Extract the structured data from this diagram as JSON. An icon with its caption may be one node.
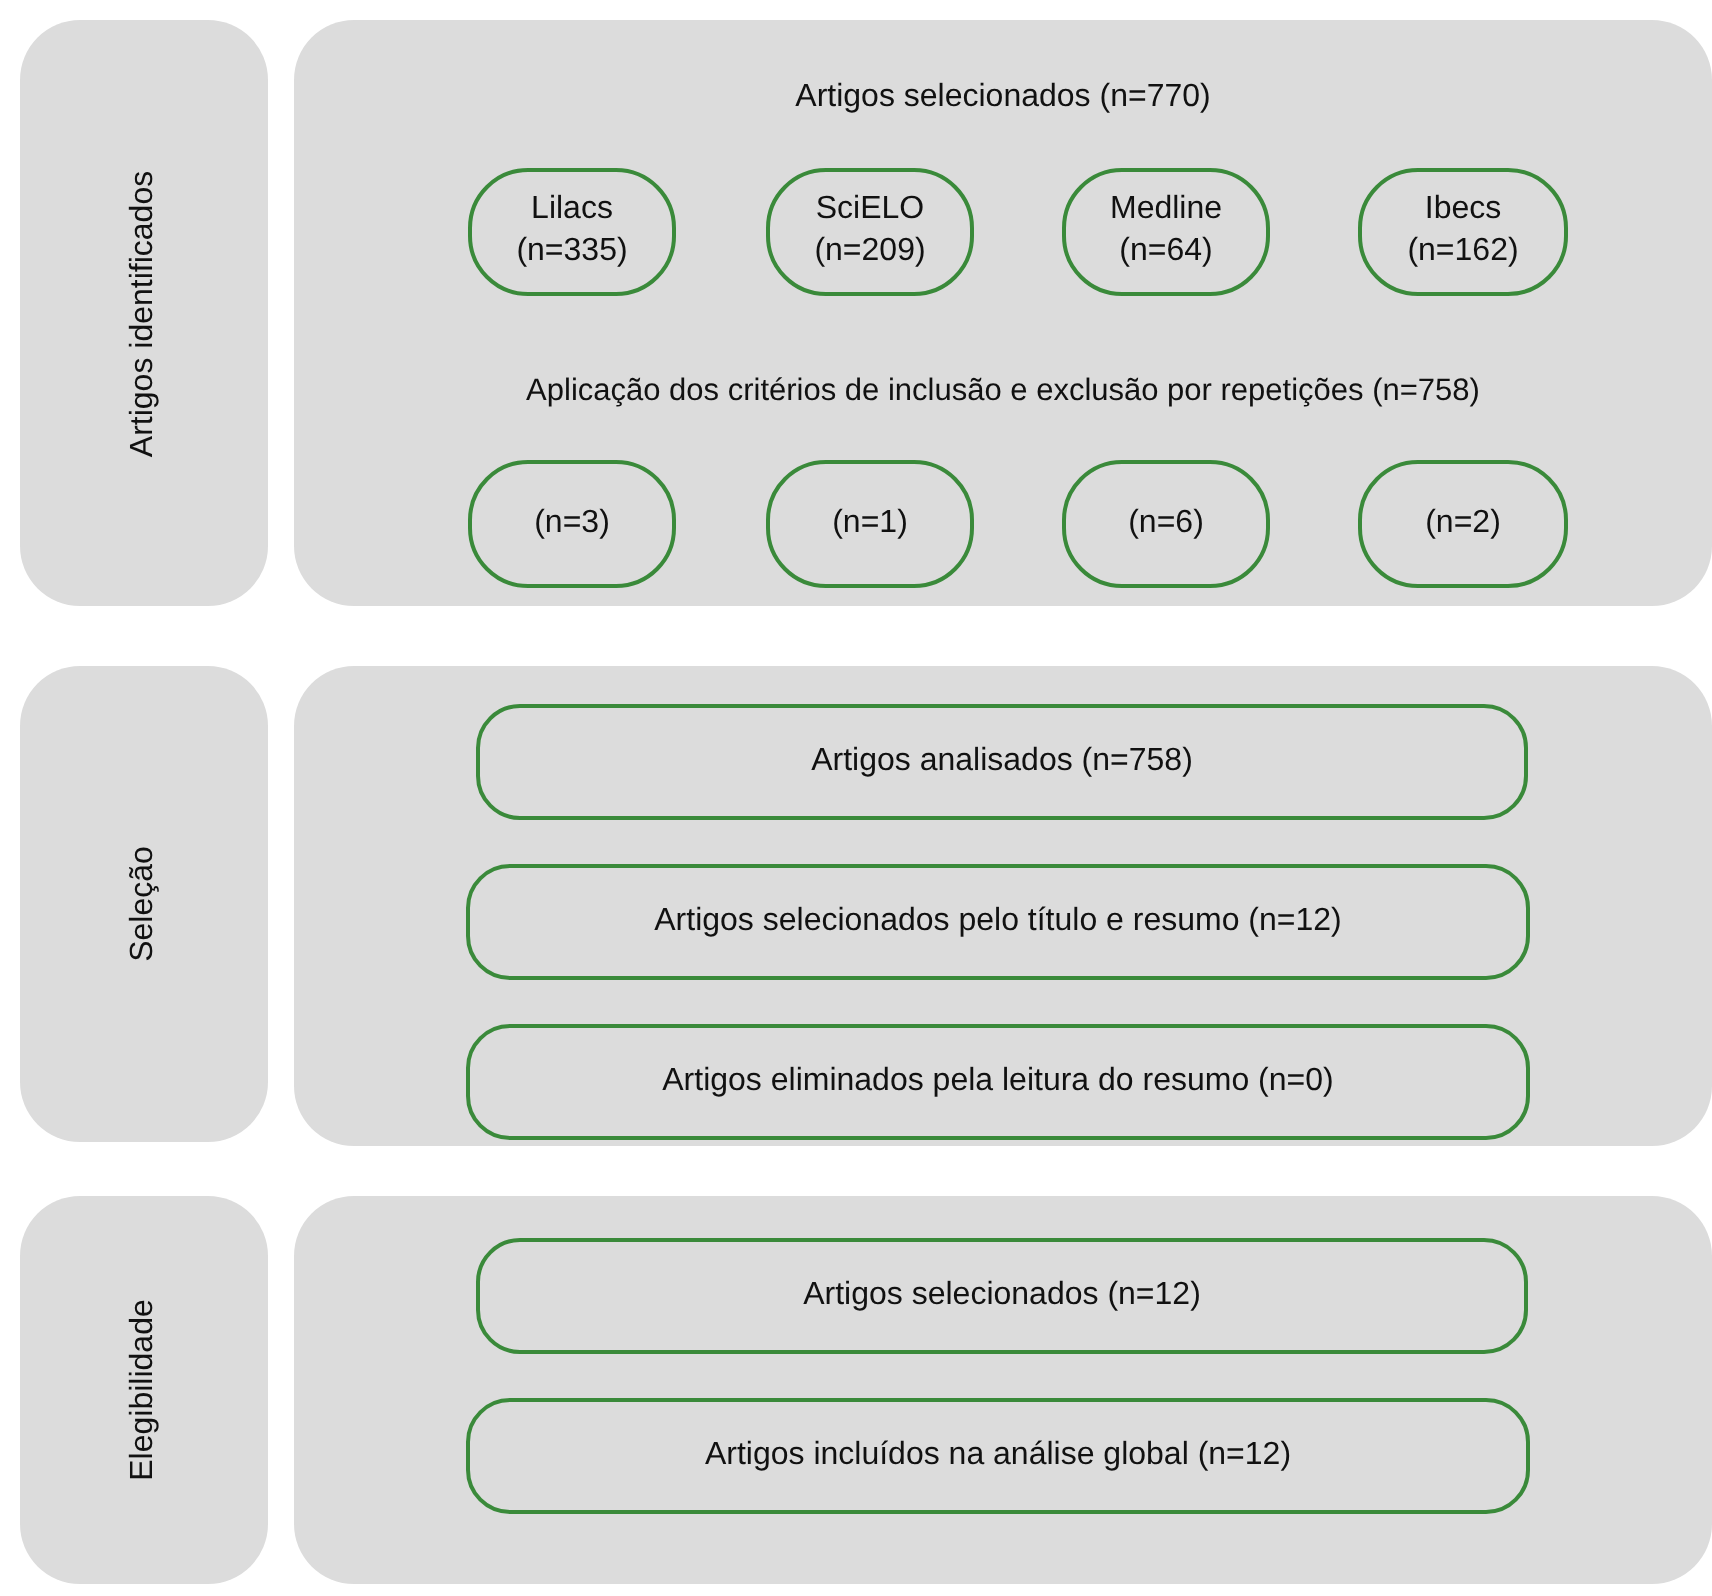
{
  "diagram": {
    "nodes": [
      {
        "text": [
          "Artigos identificados"
        ]
      },
      {
        "text": [
          "Artigos selecionados (n=770)",
          "Aplicação dos critérios de inclusão e exclusão por repetições (n=758)"
        ]
      },
      {
        "text": [
          "Lilacs (n=335)"
        ],
        "in": 1
      },
      {
        "text": [
          "SciELO (n=209)"
        ],
        "in": 1
      },
      {
        "text": [
          "Medline (n=64)"
        ],
        "in": 1
      },
      {
        "text": [
          "Ibecs (n=162)"
        ],
        "in": 1
      },
      {
        "text": [
          "(n=3)"
        ],
        "in": 1
      },
      {
        "text": [
          "(n=1)"
        ],
        "in": 1
      },
      {
        "text": [
          "(n=6)"
        ],
        "in": 1
      },
      {
        "text": [
          "(n=2)"
        ],
        "in": 1
      },
      {
        "text": [
          "Seleção"
        ]
      },
      {
        "text": [],
        "shape": "box"
      },
      {
        "text": [
          "Artigos analisados (n=758)"
        ],
        "in": 11
      },
      {
        "text": [
          "Artigos selecionados pelo título e resumo (n=12)"
        ],
        "in": 11
      },
      {
        "text": [
          "Artigos eliminados pela leitura do resumo (n=0)"
        ],
        "in": 11
      },
      {
        "text": [
          "Elegibilidade"
        ]
      },
      {
        "text": [],
        "shape": "box"
      },
      {
        "text": [
          "Artigos selecionados (n=12)"
        ],
        "in": 16
      },
      {
        "text": [
          "Artigos incluídos na análise global (n=12)"
        ],
        "in": 16
      }
    ]
  }
}
